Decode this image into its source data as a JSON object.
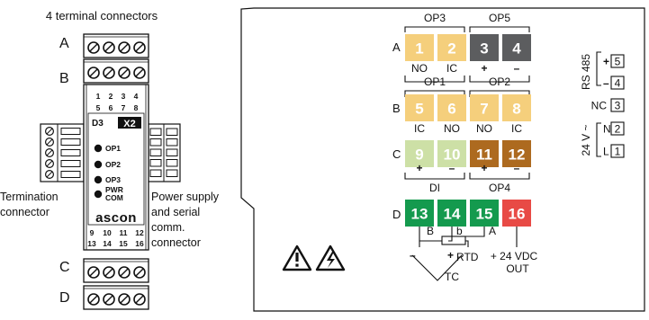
{
  "left": {
    "title": "4 terminal connectors",
    "row_labels": {
      "A": "A",
      "B": "B",
      "C": "C",
      "D": "D"
    },
    "led_numbers_top": [
      "1",
      "2",
      "3",
      "4",
      "5",
      "6",
      "7",
      "8"
    ],
    "badge": "D3",
    "model": "X2",
    "leds": [
      "OP1",
      "OP2",
      "OP3",
      "PWR\nCOM"
    ],
    "brand": "ascon",
    "led_numbers_bottom": [
      "9",
      "10",
      "11",
      "12",
      "13",
      "14",
      "15",
      "16"
    ],
    "termination_label": [
      "Termination",
      "connector"
    ],
    "power_label": [
      "Power supply",
      "and serial",
      "comm.",
      "connector"
    ]
  },
  "right": {
    "row_labels": {
      "A": "A",
      "B": "B",
      "C": "C",
      "D": "D"
    },
    "group_labels": {
      "op3": "OP3",
      "op5": "OP5",
      "op1": "OP1",
      "op2": "OP2",
      "di": "DI",
      "op4": "OP4"
    },
    "terminals": [
      {
        "n": "1",
        "color": "#f5cf7c"
      },
      {
        "n": "2",
        "color": "#f5cf7c"
      },
      {
        "n": "3",
        "color": "#5c5d5f"
      },
      {
        "n": "4",
        "color": "#5c5d5f"
      },
      {
        "n": "5",
        "color": "#f5cf7c"
      },
      {
        "n": "6",
        "color": "#f5cf7c"
      },
      {
        "n": "7",
        "color": "#f5cf7c"
      },
      {
        "n": "8",
        "color": "#f5cf7c"
      },
      {
        "n": "9",
        "color": "#cde0a6"
      },
      {
        "n": "10",
        "color": "#cde0a6"
      },
      {
        "n": "11",
        "color": "#ad6a1f"
      },
      {
        "n": "12",
        "color": "#ad6a1f"
      },
      {
        "n": "13",
        "color": "#149a4e"
      },
      {
        "n": "14",
        "color": "#149a4e"
      },
      {
        "n": "15",
        "color": "#149a4e"
      },
      {
        "n": "16",
        "color": "#e84a45"
      }
    ],
    "sub_labels": {
      "t1": "NO",
      "t2": "IC",
      "t3": "+",
      "t4": "–",
      "t5": "IC",
      "t6": "NO",
      "t7": "NO",
      "t8": "IC",
      "t9": "+",
      "t10": "–",
      "t11": "+",
      "t12": "–"
    },
    "rtd": {
      "B": "B",
      "b": "b",
      "A": "A",
      "rtd": "RTD",
      "tc": "TC",
      "minus": "–",
      "plus": "+"
    },
    "vdc": [
      "+ 24 VDC",
      "OUT"
    ],
    "power_terms": [
      {
        "n": "5",
        "sign": "+"
      },
      {
        "n": "4",
        "sign": "–"
      },
      {
        "n": "3",
        "sign": "NC"
      },
      {
        "n": "2",
        "sign": "N"
      },
      {
        "n": "1",
        "sign": "L"
      }
    ],
    "rs485": "RS 485",
    "v24": "24 V ~"
  }
}
